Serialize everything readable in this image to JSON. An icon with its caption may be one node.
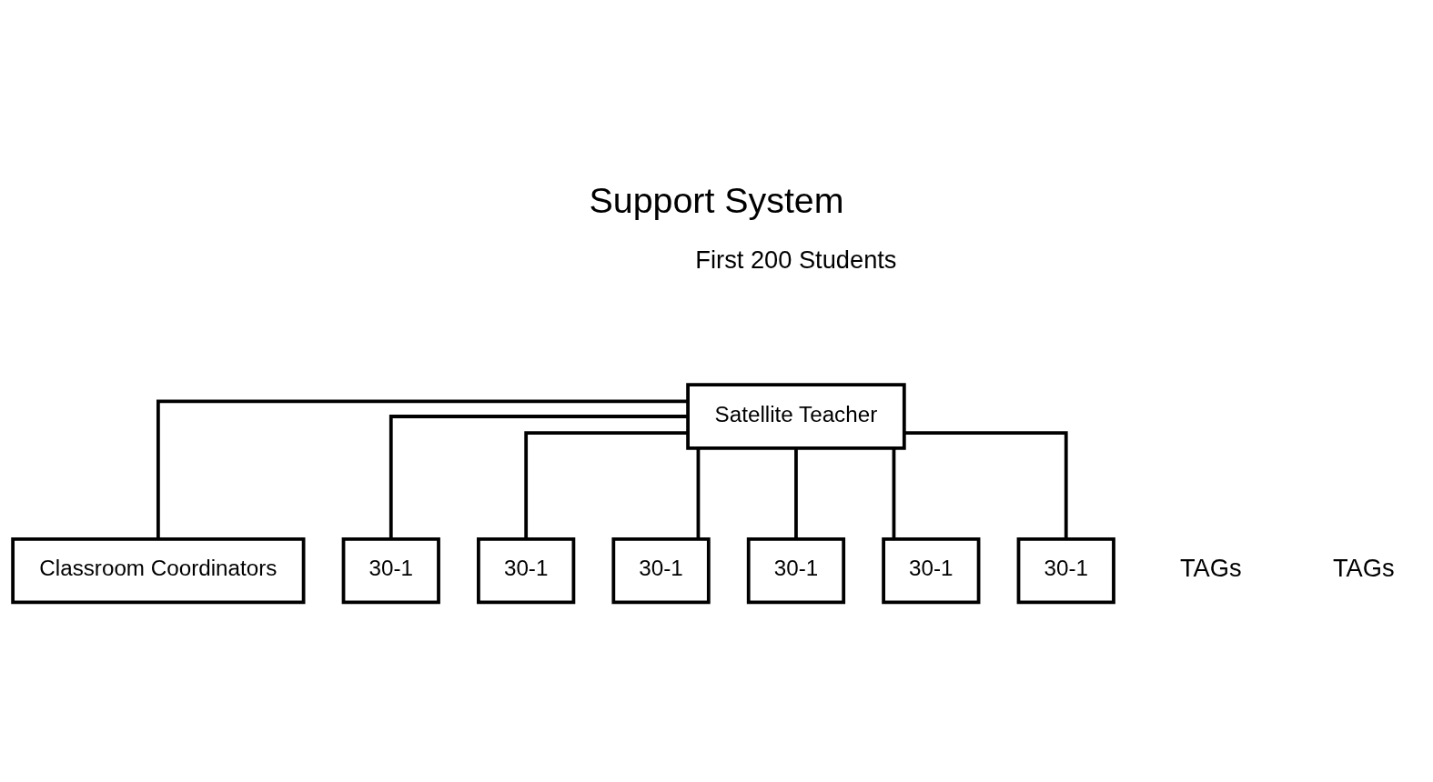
{
  "diagram": {
    "title": "Support System",
    "nodes": [
      {
        "text": [
          "Satellite Teacher"
        ]
      },
      {
        "text": [
          "Classroom Coordinators"
        ]
      },
      {
        "text": [
          "30-1"
        ]
      },
      {
        "text": [
          "30-1"
        ]
      },
      {
        "text": [
          "30-1"
        ]
      },
      {
        "text": [
          "30-1"
        ]
      },
      {
        "text": [
          "30-1"
        ]
      },
      {
        "text": [
          "30-1"
        ]
      }
    ],
    "edges": [
      {
        "from": 0,
        "to": 1,
        "arrow": "none"
      },
      {
        "from": 0,
        "to": 2,
        "arrow": "none"
      },
      {
        "from": 0,
        "to": 3,
        "arrow": "none"
      },
      {
        "from": 0,
        "to": 4,
        "arrow": "none"
      },
      {
        "from": 0,
        "to": 5,
        "arrow": "none"
      },
      {
        "from": 0,
        "to": 6,
        "arrow": "none"
      },
      {
        "from": 0,
        "to": 7,
        "arrow": "none"
      }
    ],
    "labels": [
      "First 200 Students",
      "TAGs",
      "TAGs"
    ]
  }
}
